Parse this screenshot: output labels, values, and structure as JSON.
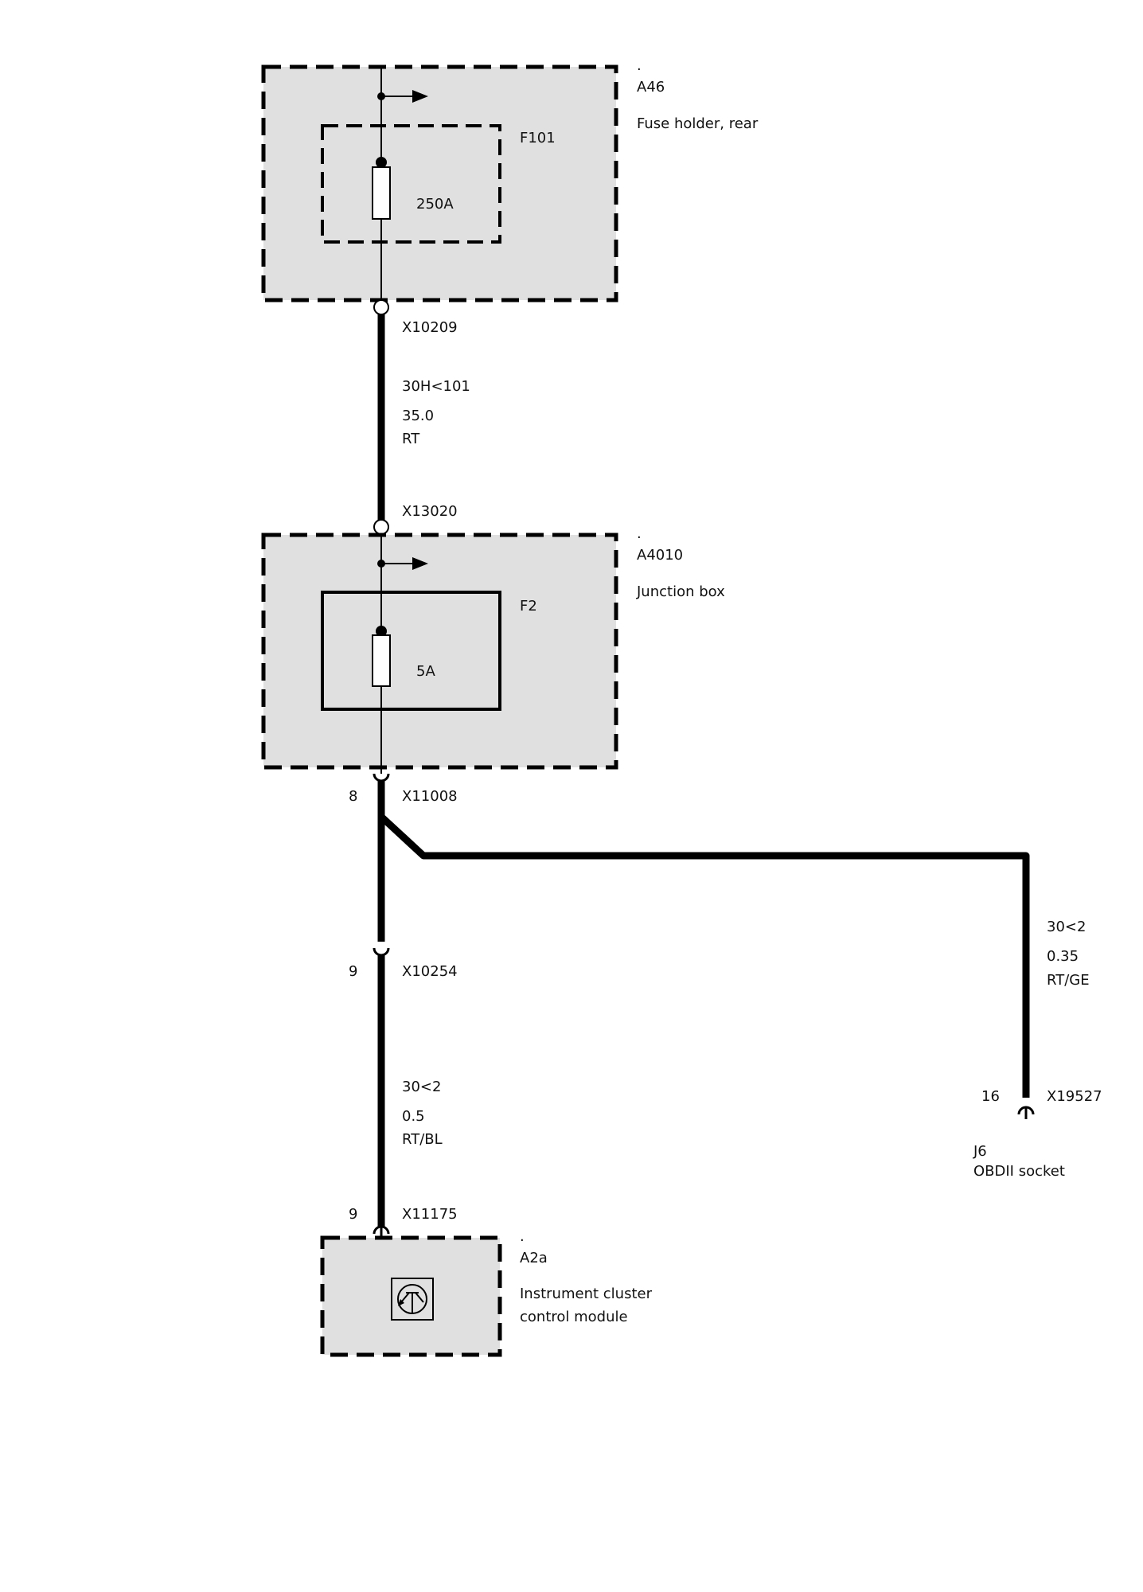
{
  "components": {
    "a46": {
      "dot": ".",
      "id": "A46",
      "name": "Fuse holder, rear"
    },
    "f101": {
      "id": "F101",
      "rating": "250A"
    },
    "a4010": {
      "dot": ".",
      "id": "A4010",
      "name": "Junction box"
    },
    "f2": {
      "id": "F2",
      "rating": "5A"
    },
    "a2a": {
      "dot": ".",
      "id": "A2a",
      "name_line1": "Instrument cluster",
      "name_line2": "control module"
    },
    "j6": {
      "id": "J6",
      "name": "OBDII socket"
    }
  },
  "connectors": {
    "x10209": {
      "id": "X10209"
    },
    "x13020": {
      "id": "X13020"
    },
    "x11008": {
      "id": "X11008",
      "pin": "8"
    },
    "x10254": {
      "id": "X10254",
      "pin": "9"
    },
    "x11175": {
      "id": "X11175",
      "pin": "9"
    },
    "x19527": {
      "id": "X19527",
      "pin": "16"
    }
  },
  "wires": {
    "w1": {
      "circuit": "30H<101",
      "gauge": "35.0",
      "color": "RT"
    },
    "w2": {
      "circuit": "30<2",
      "gauge": "0.5",
      "color": "RT/BL"
    },
    "w3": {
      "circuit": "30<2",
      "gauge": "0.35",
      "color": "RT/GE"
    }
  },
  "colors": {
    "box_fill": "#e0e0e0",
    "line": "#000000",
    "background": "#ffffff"
  }
}
